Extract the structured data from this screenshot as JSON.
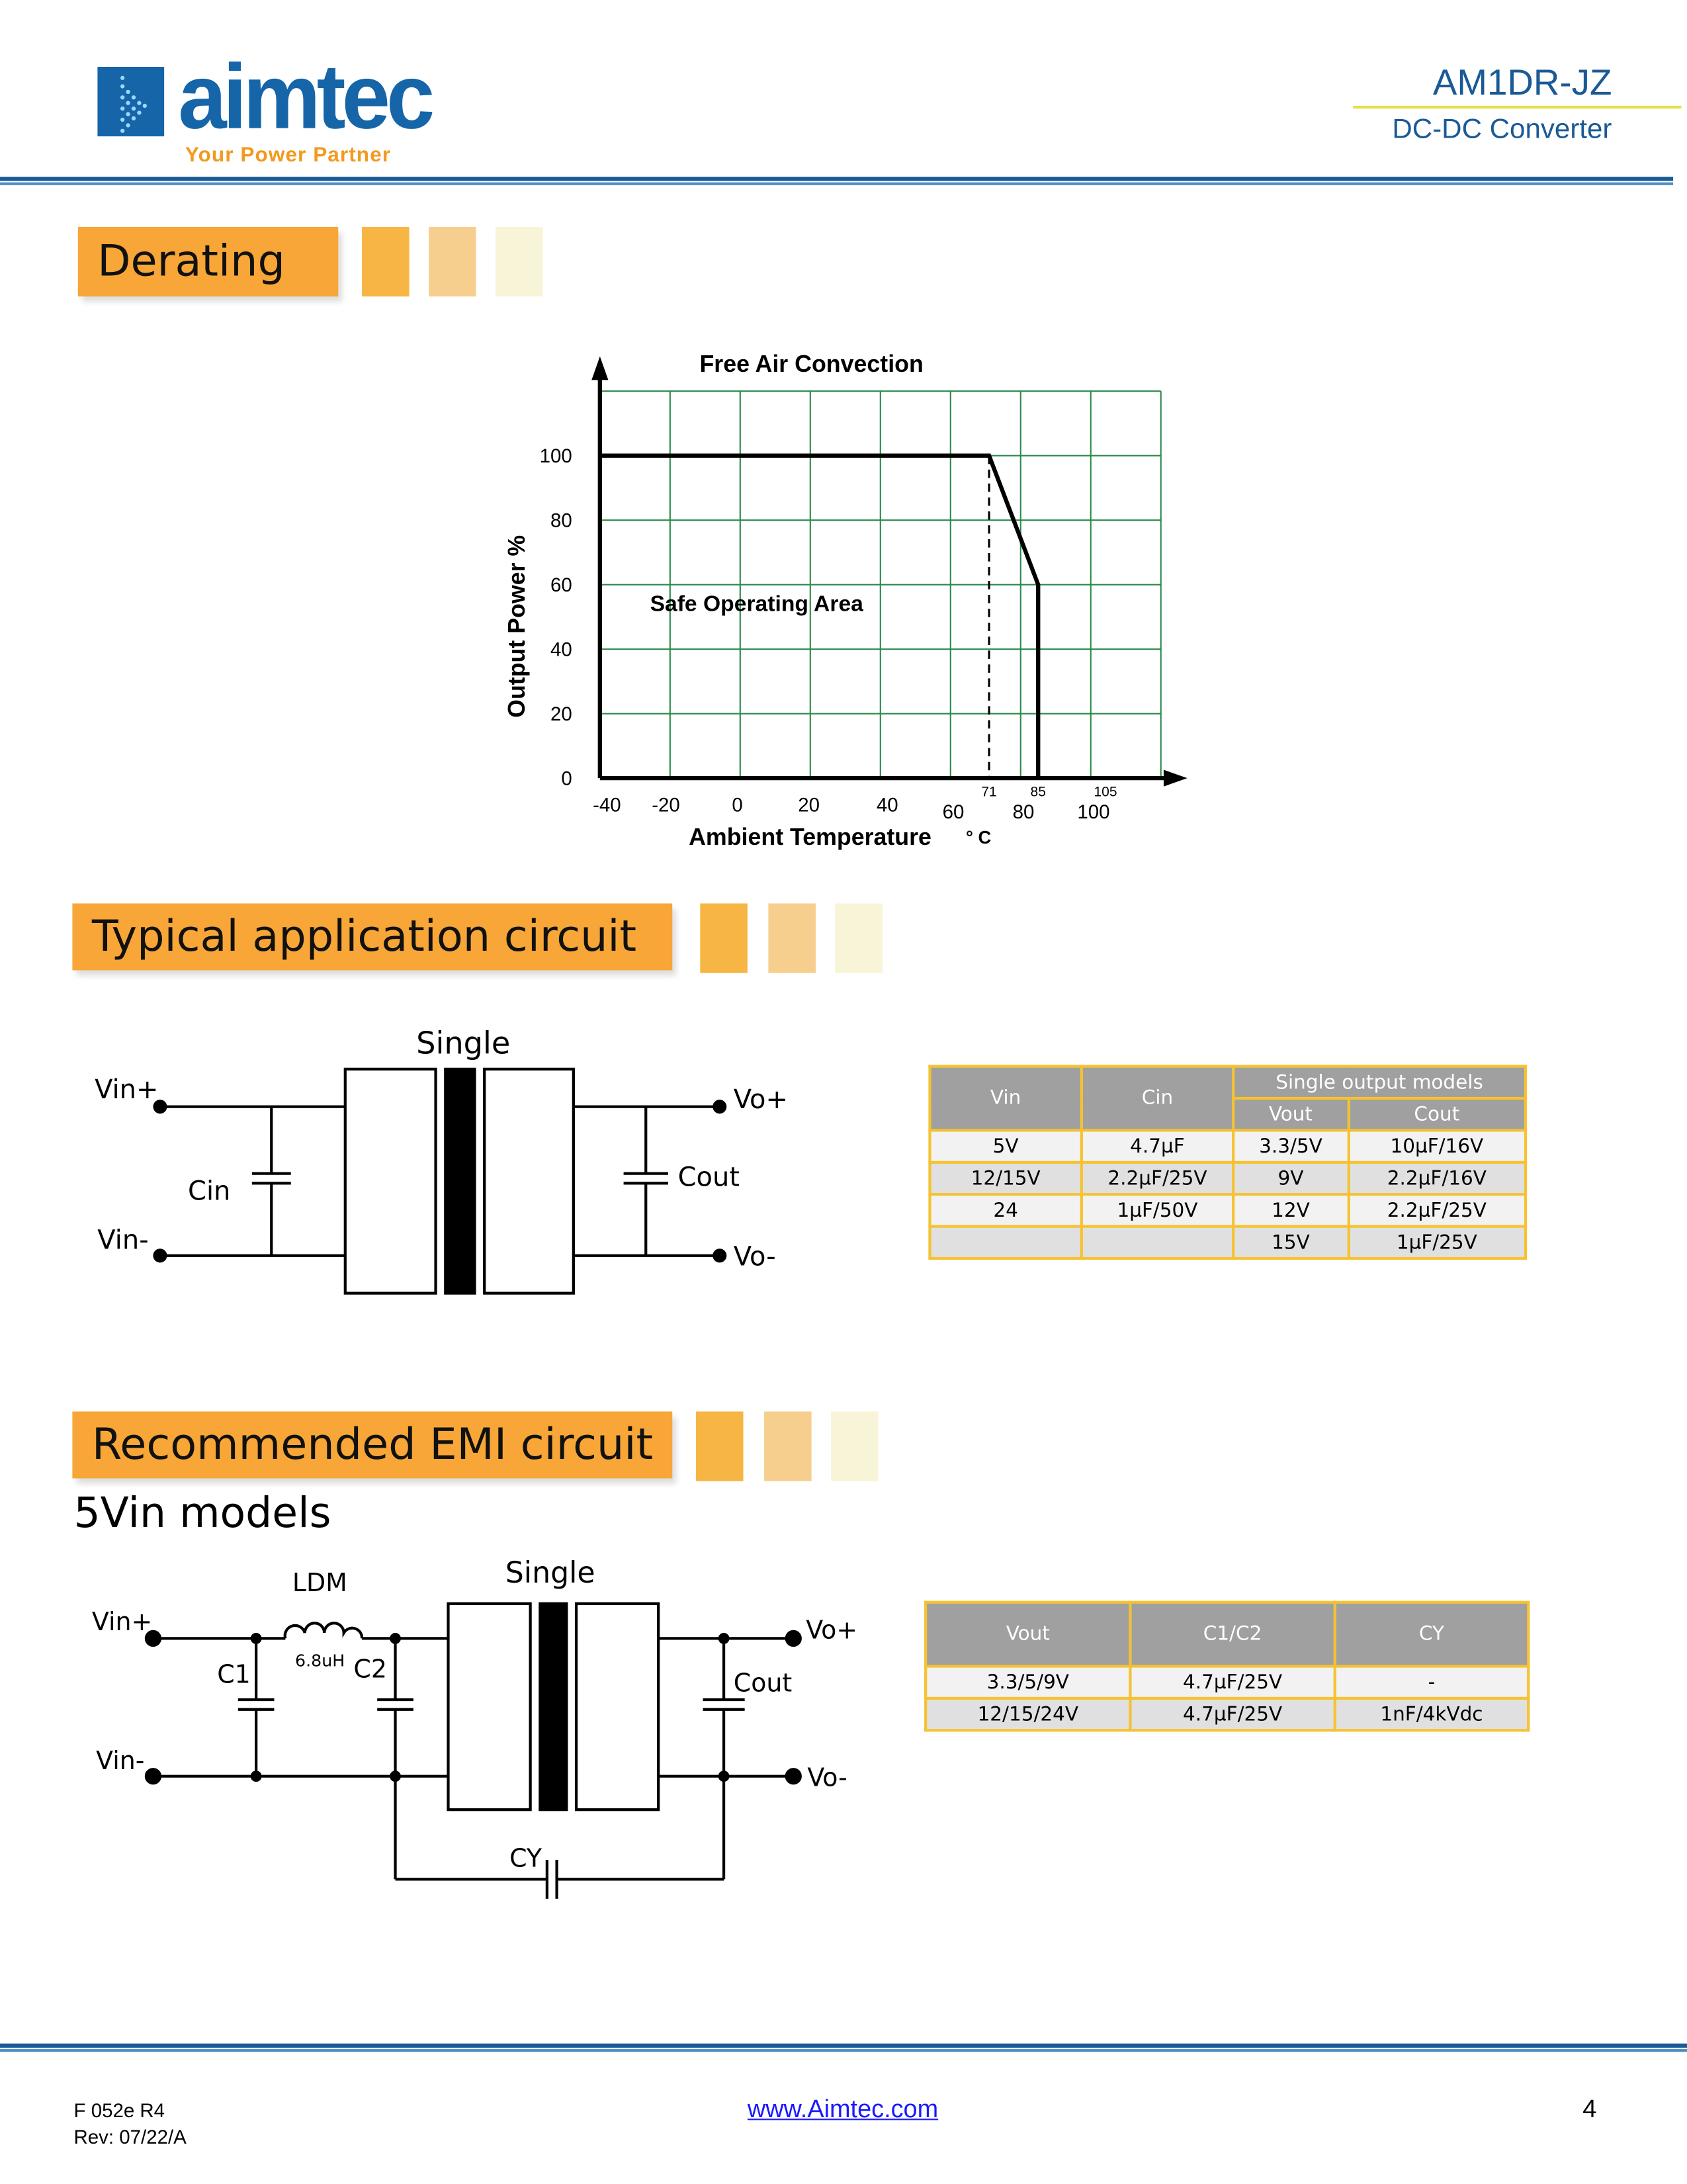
{
  "header": {
    "logo_text": "aimtec",
    "tagline": "Your Power Partner",
    "model": "AM1DR-JZ",
    "subtitle": "DC-DC Converter"
  },
  "sections": {
    "derating": "Derating",
    "typical": "Typical application circuit",
    "emi": "Recommended EMI circuit",
    "emi_sub": "5Vin models"
  },
  "chart_data": {
    "type": "line",
    "title": "Free Air Convection",
    "xlabel": "Ambient Temperature",
    "xunit": "° C",
    "ylabel": "Output Power %",
    "xlim": [
      -40,
      120
    ],
    "ylim": [
      0,
      120
    ],
    "xticks": [
      "-40",
      "-20",
      "0",
      "20",
      "40",
      "60",
      "80",
      "100"
    ],
    "xtick_values": [
      -40,
      -20,
      0,
      20,
      40,
      60,
      80,
      100
    ],
    "special_ticks": [
      "71",
      "85",
      "105"
    ],
    "special_tick_values": [
      71,
      85,
      105
    ],
    "yticks": [
      "0",
      "20",
      "40",
      "60",
      "80",
      "100"
    ],
    "ytick_values": [
      0,
      20,
      40,
      60,
      80,
      100
    ],
    "series": [
      {
        "name": "derating",
        "x": [
          -40,
          71,
          85,
          85
        ],
        "y": [
          100,
          100,
          60,
          0
        ]
      }
    ],
    "dashed_marker_x": 71,
    "annotation": "Safe Operating Area",
    "grid": true
  },
  "circuit1": {
    "title": "Single",
    "vin_plus": "Vin+",
    "vin_minus": "Vin-",
    "cin": "Cin",
    "cout": "Cout",
    "vo_plus": "Vo+",
    "vo_minus": "Vo-"
  },
  "circuit2": {
    "title": "Single",
    "vin_plus": "Vin+",
    "vin_minus": "Vin-",
    "ldm": "LDM",
    "ldm_value": "6.8uH",
    "c1": "C1",
    "c2": "C2",
    "cout": "Cout",
    "vo_plus": "Vo+",
    "vo_minus": "Vo-",
    "cy": "CY"
  },
  "table1": {
    "headers": {
      "vin": "Vin",
      "cin": "Cin",
      "group": "Single output models",
      "vout": "Vout",
      "cout": "Cout"
    },
    "rows": [
      [
        "5V",
        "4.7µF",
        "3.3/5V",
        "10µF/16V"
      ],
      [
        "12/15V",
        "2.2µF/25V",
        "9V",
        "2.2µF/16V"
      ],
      [
        "24",
        "1µF/50V",
        "12V",
        "2.2µF/25V"
      ],
      [
        "",
        "",
        "15V",
        "1µF/25V"
      ]
    ]
  },
  "table2": {
    "headers": [
      "Vout",
      "C1/C2",
      "CY"
    ],
    "rows": [
      [
        "3.3/5/9V",
        "4.7µF/25V",
        "-"
      ],
      [
        "12/15/24V",
        "4.7µF/25V",
        "1nF/4kVdc"
      ]
    ]
  },
  "footer": {
    "form": "F 052e R4",
    "rev": "Rev: 07/22/A",
    "link": "www.Aimtec.com",
    "page": "4"
  },
  "colors": {
    "brand_blue": "#1565a8",
    "accent_orange": "#f7a637",
    "table_border": "#f5c232",
    "header_gray": "#a0a0a0"
  }
}
